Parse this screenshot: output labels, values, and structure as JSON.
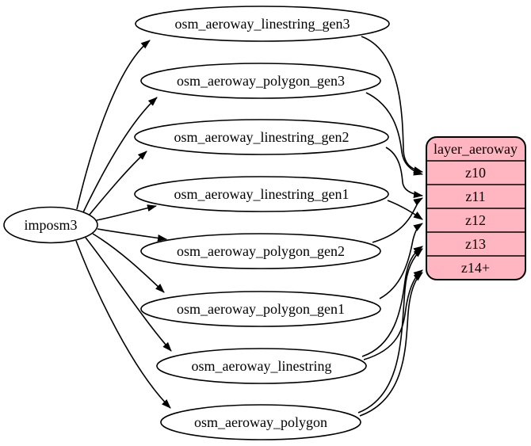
{
  "diagram": {
    "source": {
      "label": "imposm3"
    },
    "tables": [
      {
        "label": "osm_aeroway_linestring_gen3"
      },
      {
        "label": "osm_aeroway_polygon_gen3"
      },
      {
        "label": "osm_aeroway_linestring_gen2"
      },
      {
        "label": "osm_aeroway_linestring_gen1"
      },
      {
        "label": "osm_aeroway_polygon_gen2"
      },
      {
        "label": "osm_aeroway_polygon_gen1"
      },
      {
        "label": "osm_aeroway_linestring"
      },
      {
        "label": "osm_aeroway_polygon"
      }
    ],
    "layer": {
      "header": "layer_aeroway",
      "rows": [
        "z10",
        "z11",
        "z12",
        "z13",
        "z14+"
      ],
      "fill": "#ffb6c1",
      "stroke": "#000000"
    },
    "edges": [
      {
        "from": "imposm3",
        "to": "osm_aeroway_linestring_gen3"
      },
      {
        "from": "imposm3",
        "to": "osm_aeroway_polygon_gen3"
      },
      {
        "from": "imposm3",
        "to": "osm_aeroway_linestring_gen2"
      },
      {
        "from": "imposm3",
        "to": "osm_aeroway_linestring_gen1"
      },
      {
        "from": "imposm3",
        "to": "osm_aeroway_polygon_gen2"
      },
      {
        "from": "imposm3",
        "to": "osm_aeroway_polygon_gen1"
      },
      {
        "from": "imposm3",
        "to": "osm_aeroway_linestring"
      },
      {
        "from": "imposm3",
        "to": "osm_aeroway_polygon"
      },
      {
        "from": "osm_aeroway_linestring_gen3",
        "to": "z10"
      },
      {
        "from": "osm_aeroway_polygon_gen3",
        "to": "z10"
      },
      {
        "from": "osm_aeroway_linestring_gen2",
        "to": "z11"
      },
      {
        "from": "osm_aeroway_polygon_gen2",
        "to": "z11"
      },
      {
        "from": "osm_aeroway_linestring_gen1",
        "to": "z12"
      },
      {
        "from": "osm_aeroway_polygon_gen1",
        "to": "z12"
      },
      {
        "from": "osm_aeroway_linestring",
        "to": "z13"
      },
      {
        "from": "osm_aeroway_linestring",
        "to": "z14+"
      },
      {
        "from": "osm_aeroway_polygon",
        "to": "z13"
      },
      {
        "from": "osm_aeroway_polygon",
        "to": "z14+"
      }
    ]
  }
}
